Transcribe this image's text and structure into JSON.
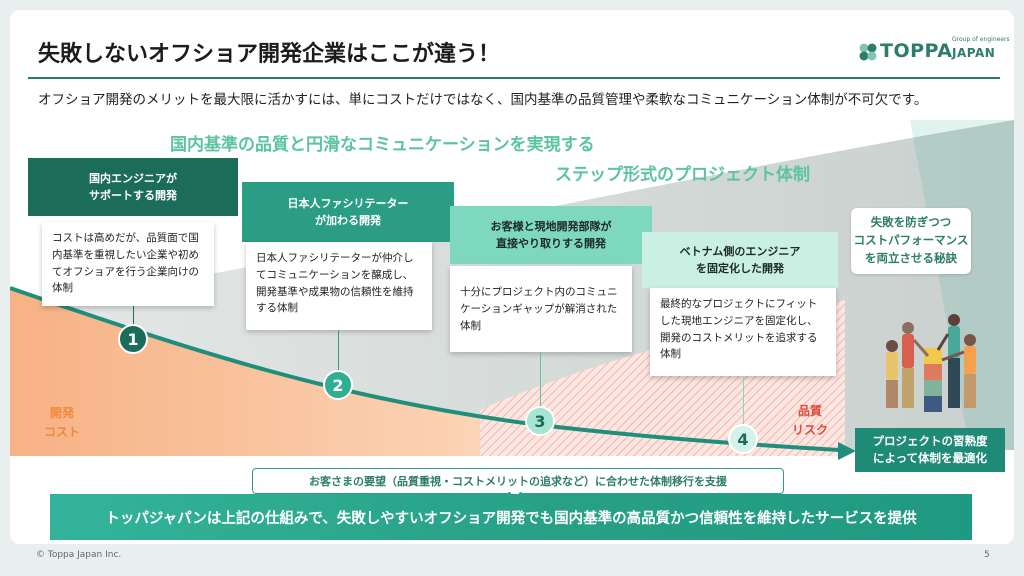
{
  "title": "失敗しないオフショア開発企業はここが違う！",
  "logo": {
    "brand": "TOPPA",
    "tagline": "Group of engineers",
    "suffix": "JAPAN",
    "icon": "clover-icon"
  },
  "intro": "オフショア開発のメリットを最大限に活かすには、単にコストだけではなく、国内基準の品質管理や柔軟なコミュニケーション体制が不可欠です。",
  "headline1": "国内基準の品質と円滑なコミュニケーションを実現する",
  "headline2": "ステップ形式のプロジェクト体制",
  "steps": [
    {
      "number": "1",
      "tab": "国内エンジニアが\nサポートする開発",
      "body": "コストは高めだが、品質面で国内基準を重視したい企業や初めてオフショアを行う企業向けの体制"
    },
    {
      "number": "2",
      "tab": "日本人ファシリテーター\nが加わる開発",
      "body": "日本人ファシリテーターが仲介してコミュニケーションを醸成し、開発基準や成果物の信頼性を維持する体制"
    },
    {
      "number": "3",
      "tab": "お客様と現地開発部隊が\n直接やり取りする開発",
      "body": "十分にプロジェクト内のコミュニケーションギャップが解消された体制"
    },
    {
      "number": "4",
      "tab": "ベトナム側のエンジニア\nを固定化した開発",
      "body": "最終的なプロジェクトにフィットした現地エンジニアを固定化し、開発のコストメリットを追求する体制"
    }
  ],
  "axis": {
    "cost": "開発\nコスト",
    "risk": "品質\nリスク"
  },
  "secret": "失敗を防ぎつつ\nコストパフォーマンス\nを両立させる秘訣",
  "optimize": "プロジェクトの習熟度\nによって体制を最適化",
  "callout": "お客さまの要望（品質重視・コストメリットの追求など）に合わせた体制移行を支援",
  "banner": "トッパジャパンは上記の仕組みで、失敗しやすいオフショア開発でも国内基準の高品質かつ信頼性を維持したサービスを提供",
  "footer": "© Toppa Japan Inc.",
  "page_number": "5",
  "colors": {
    "accent": "#2e7d6a",
    "headline": "#5cc4a0",
    "cost": "#f39c5b",
    "risk": "#e85a4f"
  }
}
